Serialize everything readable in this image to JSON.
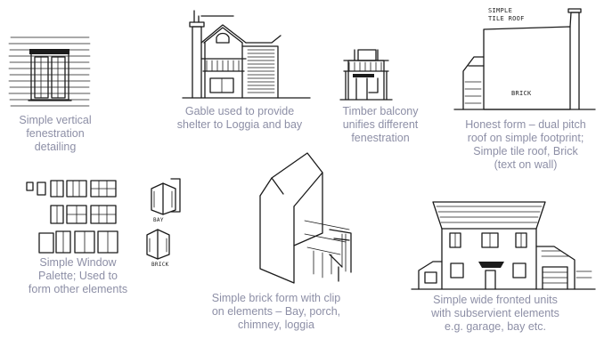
{
  "captions": {
    "c1": "Simple vertical\nfenestration\ndetailing",
    "c2": "Gable used to provide\nshelter to Loggia and bay",
    "c3": "Timber balcony\nunifies different\nfenestration",
    "c4": "Honest form – dual pitch\nroof on simple footprint;\nSimple tile roof, Brick\n(text on wall)",
    "c5": "Simple Window\nPalette; Used to\nform other elements",
    "c6": "Simple brick form with clip\non elements – Bay, porch,\nchimney, loggia",
    "c7": "Simple wide fronted units\nwith subservient elements\ne.g. garage, bay etc."
  },
  "sketch_text": {
    "roof_note": "SIMPLE\nTILE ROOF",
    "wall_note": "BRICK",
    "bay_note": "BAY",
    "brick_note": "BRICK"
  }
}
